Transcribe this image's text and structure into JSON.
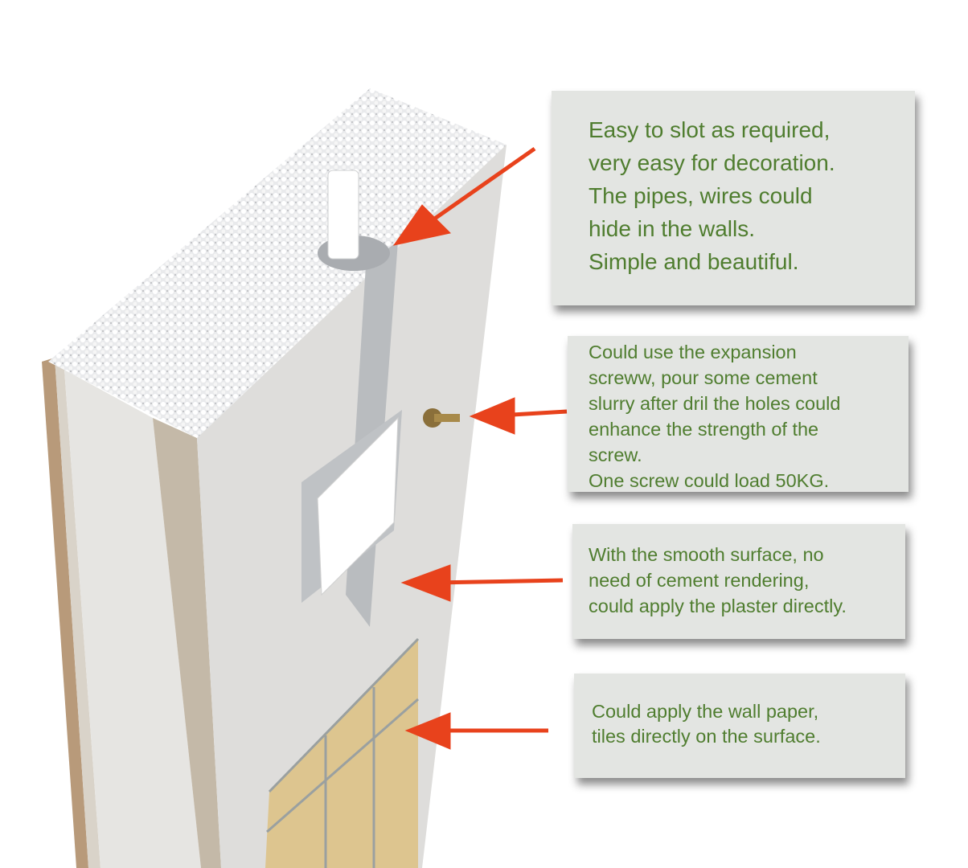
{
  "colors": {
    "text": "#4f7d2f",
    "arrow": "#e8421c",
    "box": "#e3e5e2"
  },
  "callouts": [
    {
      "lines": [
        "Easy to slot as required,",
        "very easy for decoration.",
        "The pipes, wires could",
        "hide in the walls.",
        "Simple and beautiful."
      ]
    },
    {
      "lines": [
        "Could use the expansion",
        "screww, pour some cement",
        "slurry after dril the holes could",
        "enhance the strength of the",
        "screw.",
        "One screw could load 50KG."
      ]
    },
    {
      "lines": [
        "With the smooth surface, no",
        "need of cement rendering,",
        "could apply the plaster directly."
      ]
    },
    {
      "lines": [
        "Could apply the wall paper,",
        "tiles directly on the surface."
      ]
    }
  ]
}
